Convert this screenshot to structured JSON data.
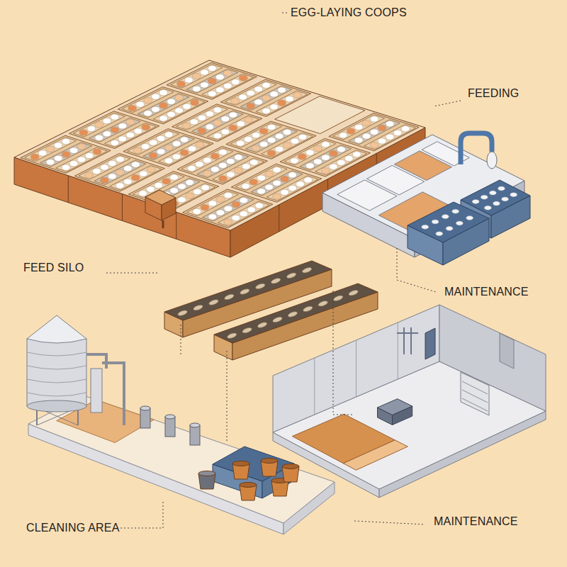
{
  "diagram": {
    "labels": [
      "EGG-LAYING COOPS",
      "FEEDING",
      "FEED SILO",
      "MAINTENANCE",
      "CLEANING AREA",
      "MAINTENANCE"
    ]
  }
}
